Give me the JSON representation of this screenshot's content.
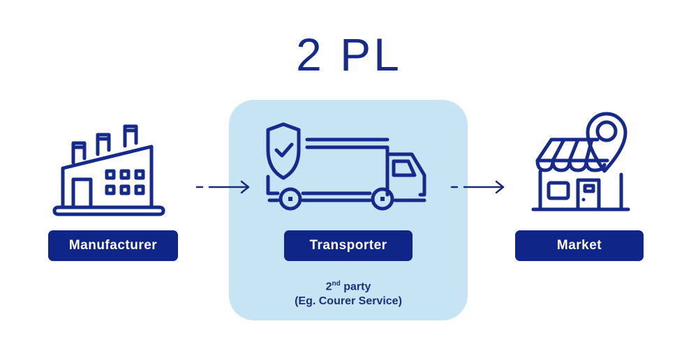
{
  "title": "2 PL",
  "colors": {
    "primary": "#152a8a",
    "panel": "#c6e4f4",
    "pill": "#0f2588"
  },
  "nodes": [
    {
      "label": "Manufacturer",
      "icon": "factory-icon"
    },
    {
      "label": "Transporter",
      "icon": "delivery-truck-shield-icon"
    },
    {
      "label": "Market",
      "icon": "store-location-icon"
    }
  ],
  "transporter_note": {
    "ordinal": "2",
    "ordinal_suffix": "nd",
    "line1_rest": " party",
    "line2": "(Eg. Courer Service)"
  },
  "arrows": [
    "arrow-right-icon",
    "arrow-right-icon"
  ]
}
